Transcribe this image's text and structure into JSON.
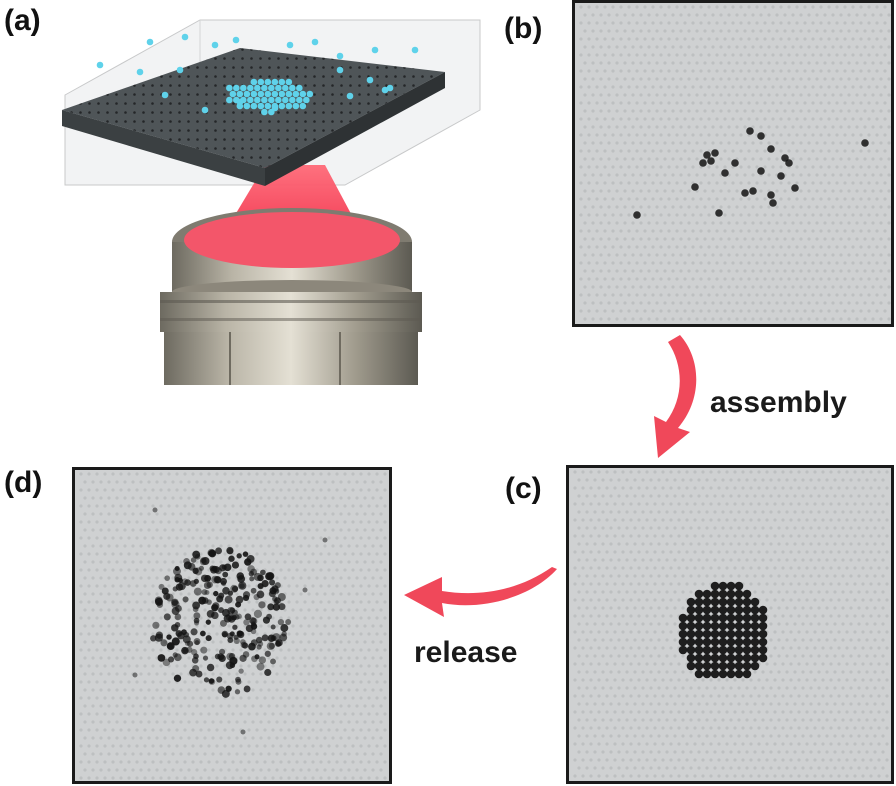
{
  "panels": {
    "a": {
      "label": "(a)"
    },
    "b": {
      "label": "(b)"
    },
    "c": {
      "label": "(c)"
    },
    "d": {
      "label": "(d)"
    }
  },
  "arrows": {
    "assembly": {
      "label": "assembly"
    },
    "release": {
      "label": "release"
    }
  },
  "colors": {
    "laser_red": "#f0485a",
    "particle_cyan": "#5fd2ea",
    "plate_gray": "#4d5356",
    "objective_metal": "#8b8679",
    "micrograph_bg": "#c9cccd",
    "particle_dark": "#141414"
  },
  "icons": {
    "objective": "microscope-objective-icon",
    "arrow_down": "curved-arrow-down-icon",
    "arrow_left": "curved-arrow-left-icon"
  }
}
